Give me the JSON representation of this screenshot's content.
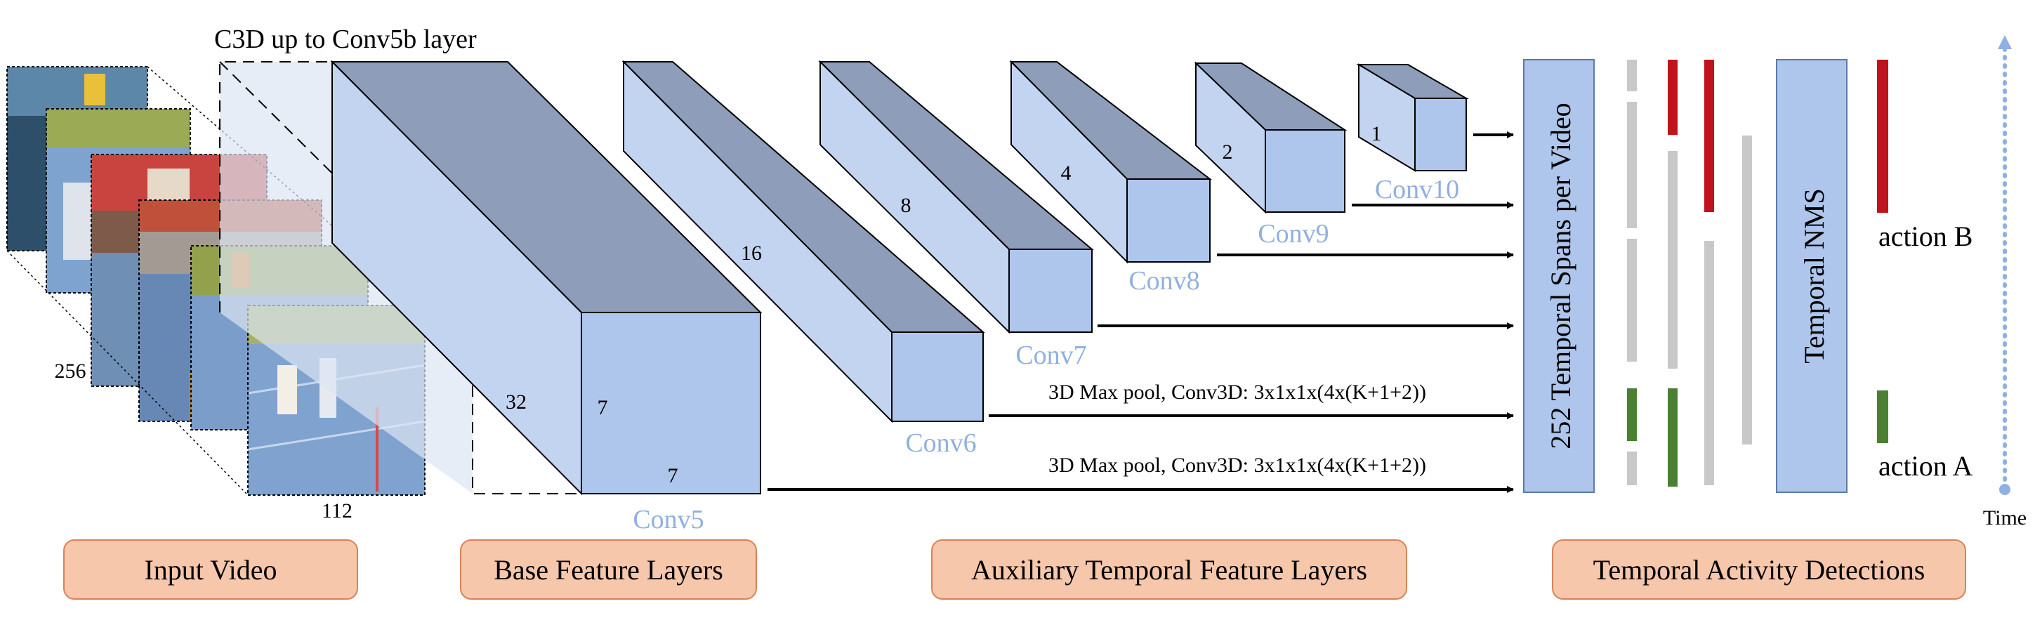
{
  "top_title": "C3D up to Conv5b layer",
  "input": {
    "dim_256": "256",
    "dim_112": "112"
  },
  "conv5": {
    "name": "Conv5",
    "dim_32": "32",
    "dim_7a": "7",
    "dim_7b": "7"
  },
  "conv6": {
    "name": "Conv6",
    "dim": "16"
  },
  "conv7": {
    "name": "Conv7",
    "dim": "8"
  },
  "conv8": {
    "name": "Conv8",
    "dim": "4"
  },
  "conv9": {
    "name": "Conv9",
    "dim": "2"
  },
  "conv10": {
    "name": "Conv10",
    "dim": "1"
  },
  "arrow_labels": {
    "upper": "3D Max pool, Conv3D: 3x1x1x(4x(K+1+2))",
    "lower": "3D Max pool, Conv3D: 3x1x1x(4x(K+1+2))"
  },
  "spans_box": "252 Temporal Spans per Video",
  "nms_box": "Temporal NMS",
  "actions": {
    "b": "action B",
    "a": "action A"
  },
  "time_label": "Time",
  "sections": {
    "input_video": "Input Video",
    "base_feature": "Base Feature Layers",
    "auxiliary": "Auxiliary Temporal Feature Layers",
    "detections": "Temporal Activity Detections"
  },
  "colors": {
    "face": "#aec6eb",
    "top": "#8d9dba",
    "side": "#c3d4f0",
    "red": "#c0141c",
    "green": "#4b7f32",
    "gray": "#c8c8c8",
    "time": "#8fb0e3"
  }
}
